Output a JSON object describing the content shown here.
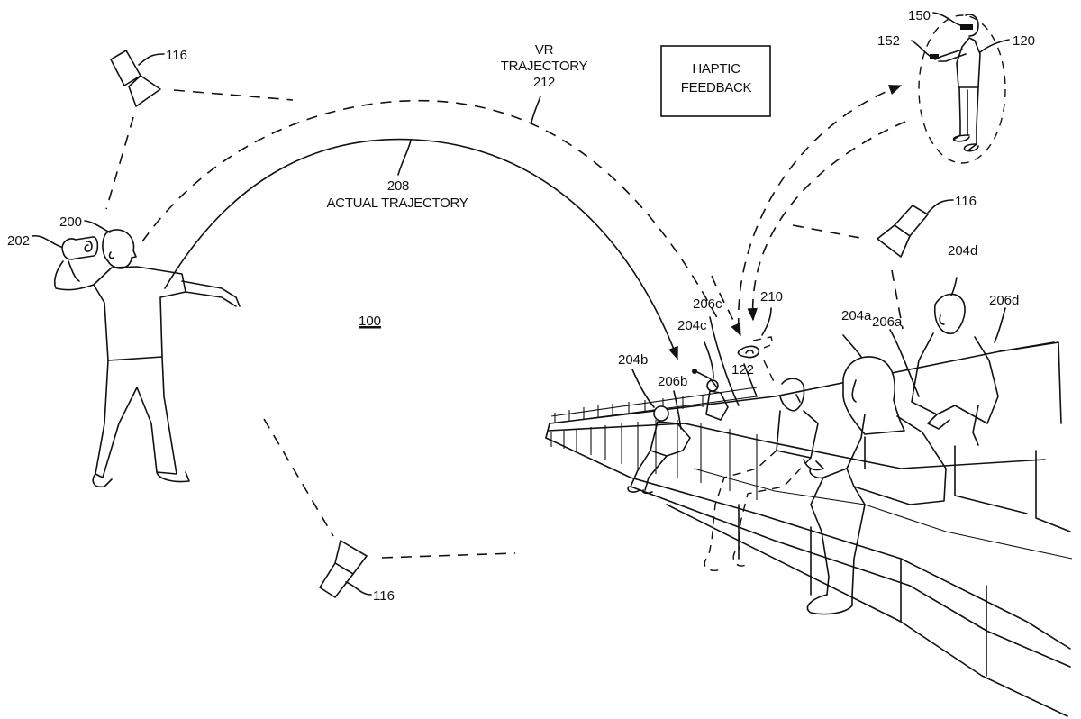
{
  "figure": {
    "system_ref": "100",
    "haptic_box": {
      "line1": "HAPTIC",
      "line2": "FEEDBACK"
    },
    "vr_trajectory": {
      "line1": "VR",
      "line2": "TRAJECTORY",
      "ref": "212"
    },
    "actual_trajectory": {
      "ref": "208",
      "label": "ACTUAL TRAJECTORY"
    },
    "sensors": [
      {
        "ref": "116",
        "position": "top-left"
      },
      {
        "ref": "116",
        "position": "right"
      },
      {
        "ref": "116",
        "position": "bottom"
      }
    ],
    "thrower": {
      "ref": "200",
      "object_ref": "202"
    },
    "remote_user": {
      "ref": "120",
      "hmd_ref": "150",
      "controller_ref": "152"
    },
    "virtual_object_ref": "122",
    "virtual_spectator_ref": "210",
    "spectators": [
      {
        "ref": "204a",
        "seat_ref": "206a"
      },
      {
        "ref": "204b",
        "seat_ref": "206b"
      },
      {
        "ref": "204c",
        "seat_ref": "206c"
      },
      {
        "ref": "204d",
        "seat_ref": "206d"
      }
    ]
  }
}
